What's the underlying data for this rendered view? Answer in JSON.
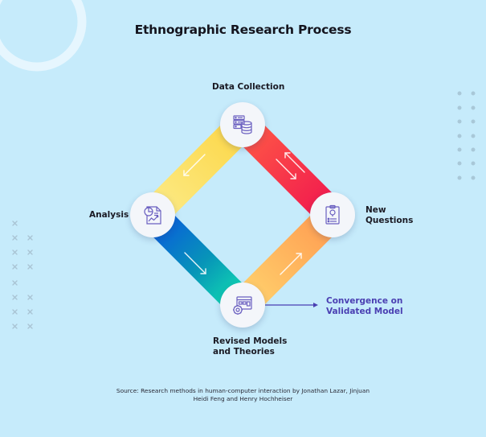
{
  "title": "Ethnographic Research Process",
  "nodes": {
    "top": {
      "label": "Data Collection",
      "icon": "database-server-icon"
    },
    "left": {
      "label": "Analysis",
      "icon": "report-chart-icon"
    },
    "right": {
      "label_line1": "New",
      "label_line2": "Questions",
      "icon": "clipboard-question-icon"
    },
    "bottom": {
      "label_line1": "Revised Models",
      "label_line2": "and Theories",
      "icon": "window-gear-icon"
    }
  },
  "edges": [
    {
      "from": "Data Collection",
      "to": "Analysis",
      "direction": "one-way",
      "color_start": "#fbe87a",
      "color_end": "#fdd44a"
    },
    {
      "from": "Data Collection",
      "to": "New Questions",
      "direction": "two-way",
      "color_start": "#ff5a47",
      "color_end": "#f0184f"
    },
    {
      "from": "Analysis",
      "to": "Revised Models and Theories",
      "direction": "one-way",
      "color_start": "#0a66e0",
      "color_end": "#0fe0b0"
    },
    {
      "from": "Revised Models and Theories",
      "to": "New Questions",
      "direction": "one-way",
      "color_start": "#ffcf6a",
      "color_end": "#ff9f50"
    }
  ],
  "output": {
    "label_line1": "Convergence on",
    "label_line2": "Validated Model",
    "color": "#4a3fb2"
  },
  "source": {
    "line1": "Source: Research methods in human-computer interaction by Jonathan Lazar, Jinjuan",
    "line2": "Heidi Feng and Henry Hochheiser"
  },
  "colors": {
    "background": "#c6ebfb",
    "icon": "#6a5fc0",
    "node_fill": "#f4f6fa"
  }
}
